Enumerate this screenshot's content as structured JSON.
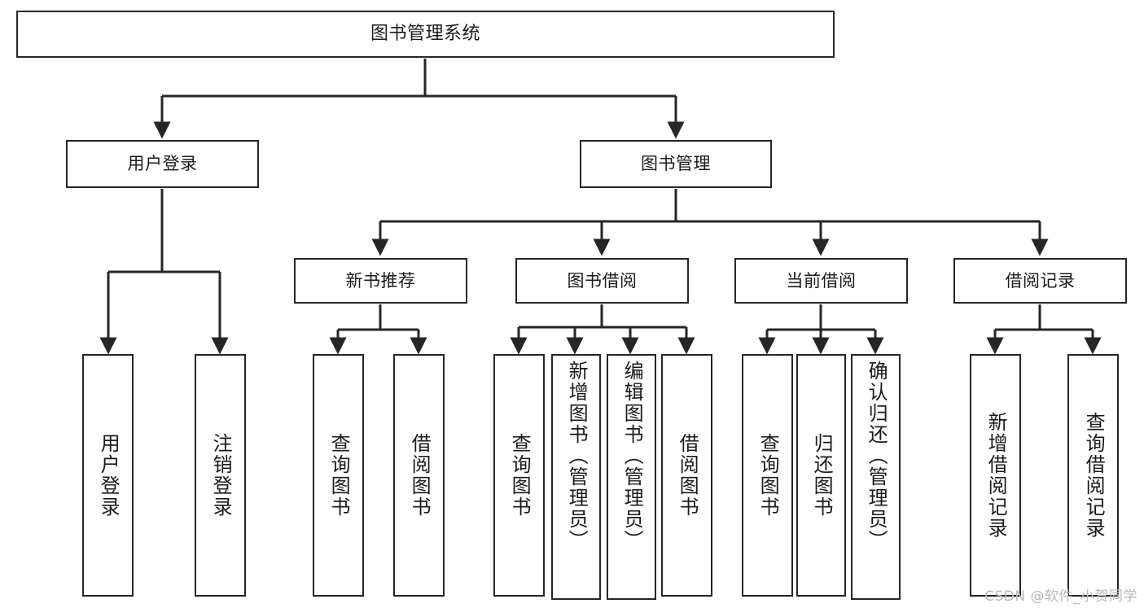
{
  "diagram": {
    "title": "图书管理系统",
    "type": "tree",
    "stroke_color": "#262626",
    "fill_color": "#ffffff",
    "text_color": "#1b1b1b",
    "watermark": "CSDN @软件_小贺同学",
    "root": {
      "label": "图书管理系统"
    },
    "level2": [
      {
        "label": "用户登录"
      },
      {
        "label": "图书管理"
      }
    ],
    "level3": [
      {
        "label": "新书推荐"
      },
      {
        "label": "图书借阅"
      },
      {
        "label": "当前借阅"
      },
      {
        "label": "借阅记录"
      }
    ],
    "leaves": {
      "user_login": [
        {
          "label": "用户登录"
        },
        {
          "label": "注销登录"
        }
      ],
      "new_book_recommend": [
        {
          "label": "查询图书"
        },
        {
          "label": "借阅图书"
        }
      ],
      "book_borrow": [
        {
          "label": "查询图书"
        },
        {
          "label": "新增图书（管理员）"
        },
        {
          "label": "编辑图书（管理员）"
        },
        {
          "label": "借阅图书"
        }
      ],
      "current_borrow": [
        {
          "label": "查询图书"
        },
        {
          "label": "归还图书"
        },
        {
          "label": "确认归还（管理员）"
        }
      ],
      "borrow_record": [
        {
          "label": "新增借阅记录"
        },
        {
          "label": "查询借阅记录"
        }
      ]
    }
  }
}
